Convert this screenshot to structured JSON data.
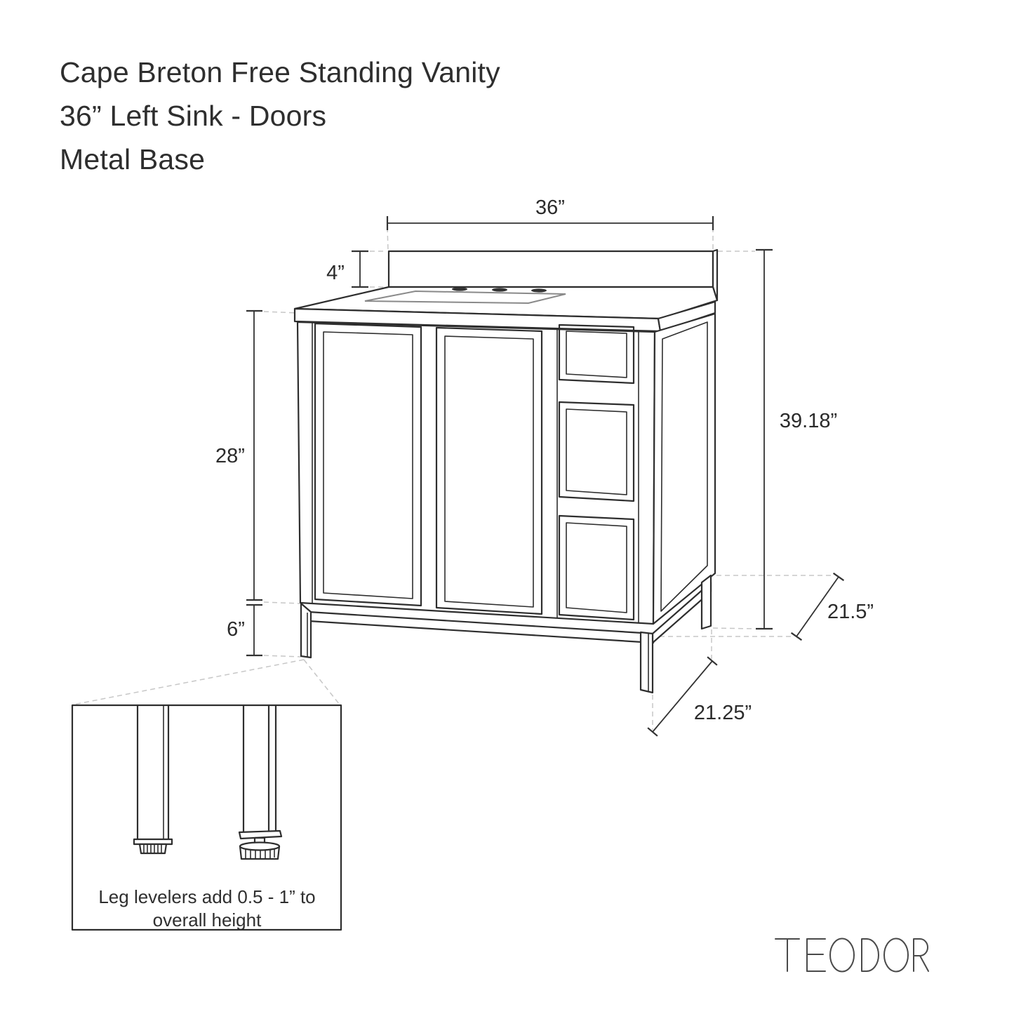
{
  "title": {
    "line1": "Cape Breton Free Standing Vanity",
    "line2": "36” Left Sink - Doors",
    "line3": "Metal Base"
  },
  "dimensions": {
    "top_width": "36”",
    "backsplash_height": "4”",
    "cabinet_height": "28”",
    "leg_height": "6”",
    "overall_height": "39.18”",
    "side_depth": "21.5”",
    "base_depth": "21.25”"
  },
  "detail_note": {
    "line1": "Leg levelers add 0.5 - 1” to",
    "line2": "overall height"
  },
  "brand": "TEODOR",
  "colors": {
    "line": "#2e2e2e",
    "dashed": "#c7c7c7",
    "text": "#2f2f2f",
    "background": "#ffffff"
  }
}
